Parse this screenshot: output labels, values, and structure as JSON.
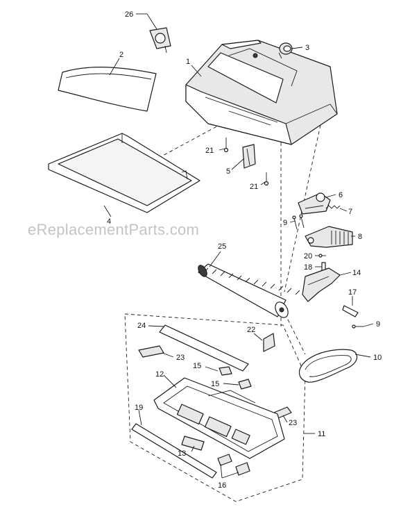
{
  "watermark": "eReplacementParts.com",
  "callouts": {
    "p1": "1",
    "p2": "2",
    "p3": "3",
    "p4": "4",
    "p5": "5",
    "p6": "6",
    "p7": "7",
    "p8": "8",
    "p9a": "9",
    "p9b": "9",
    "p10": "10",
    "p11": "11",
    "p12": "12",
    "p13": "13",
    "p14": "14",
    "p15a": "15",
    "p15b": "15",
    "p16": "16",
    "p17": "17",
    "p18": "18",
    "p19": "19",
    "p20": "20",
    "p21a": "21",
    "p21b": "21",
    "p22": "22",
    "p23a": "23",
    "p23b": "23",
    "p24": "24",
    "p25": "25",
    "p26": "26"
  }
}
